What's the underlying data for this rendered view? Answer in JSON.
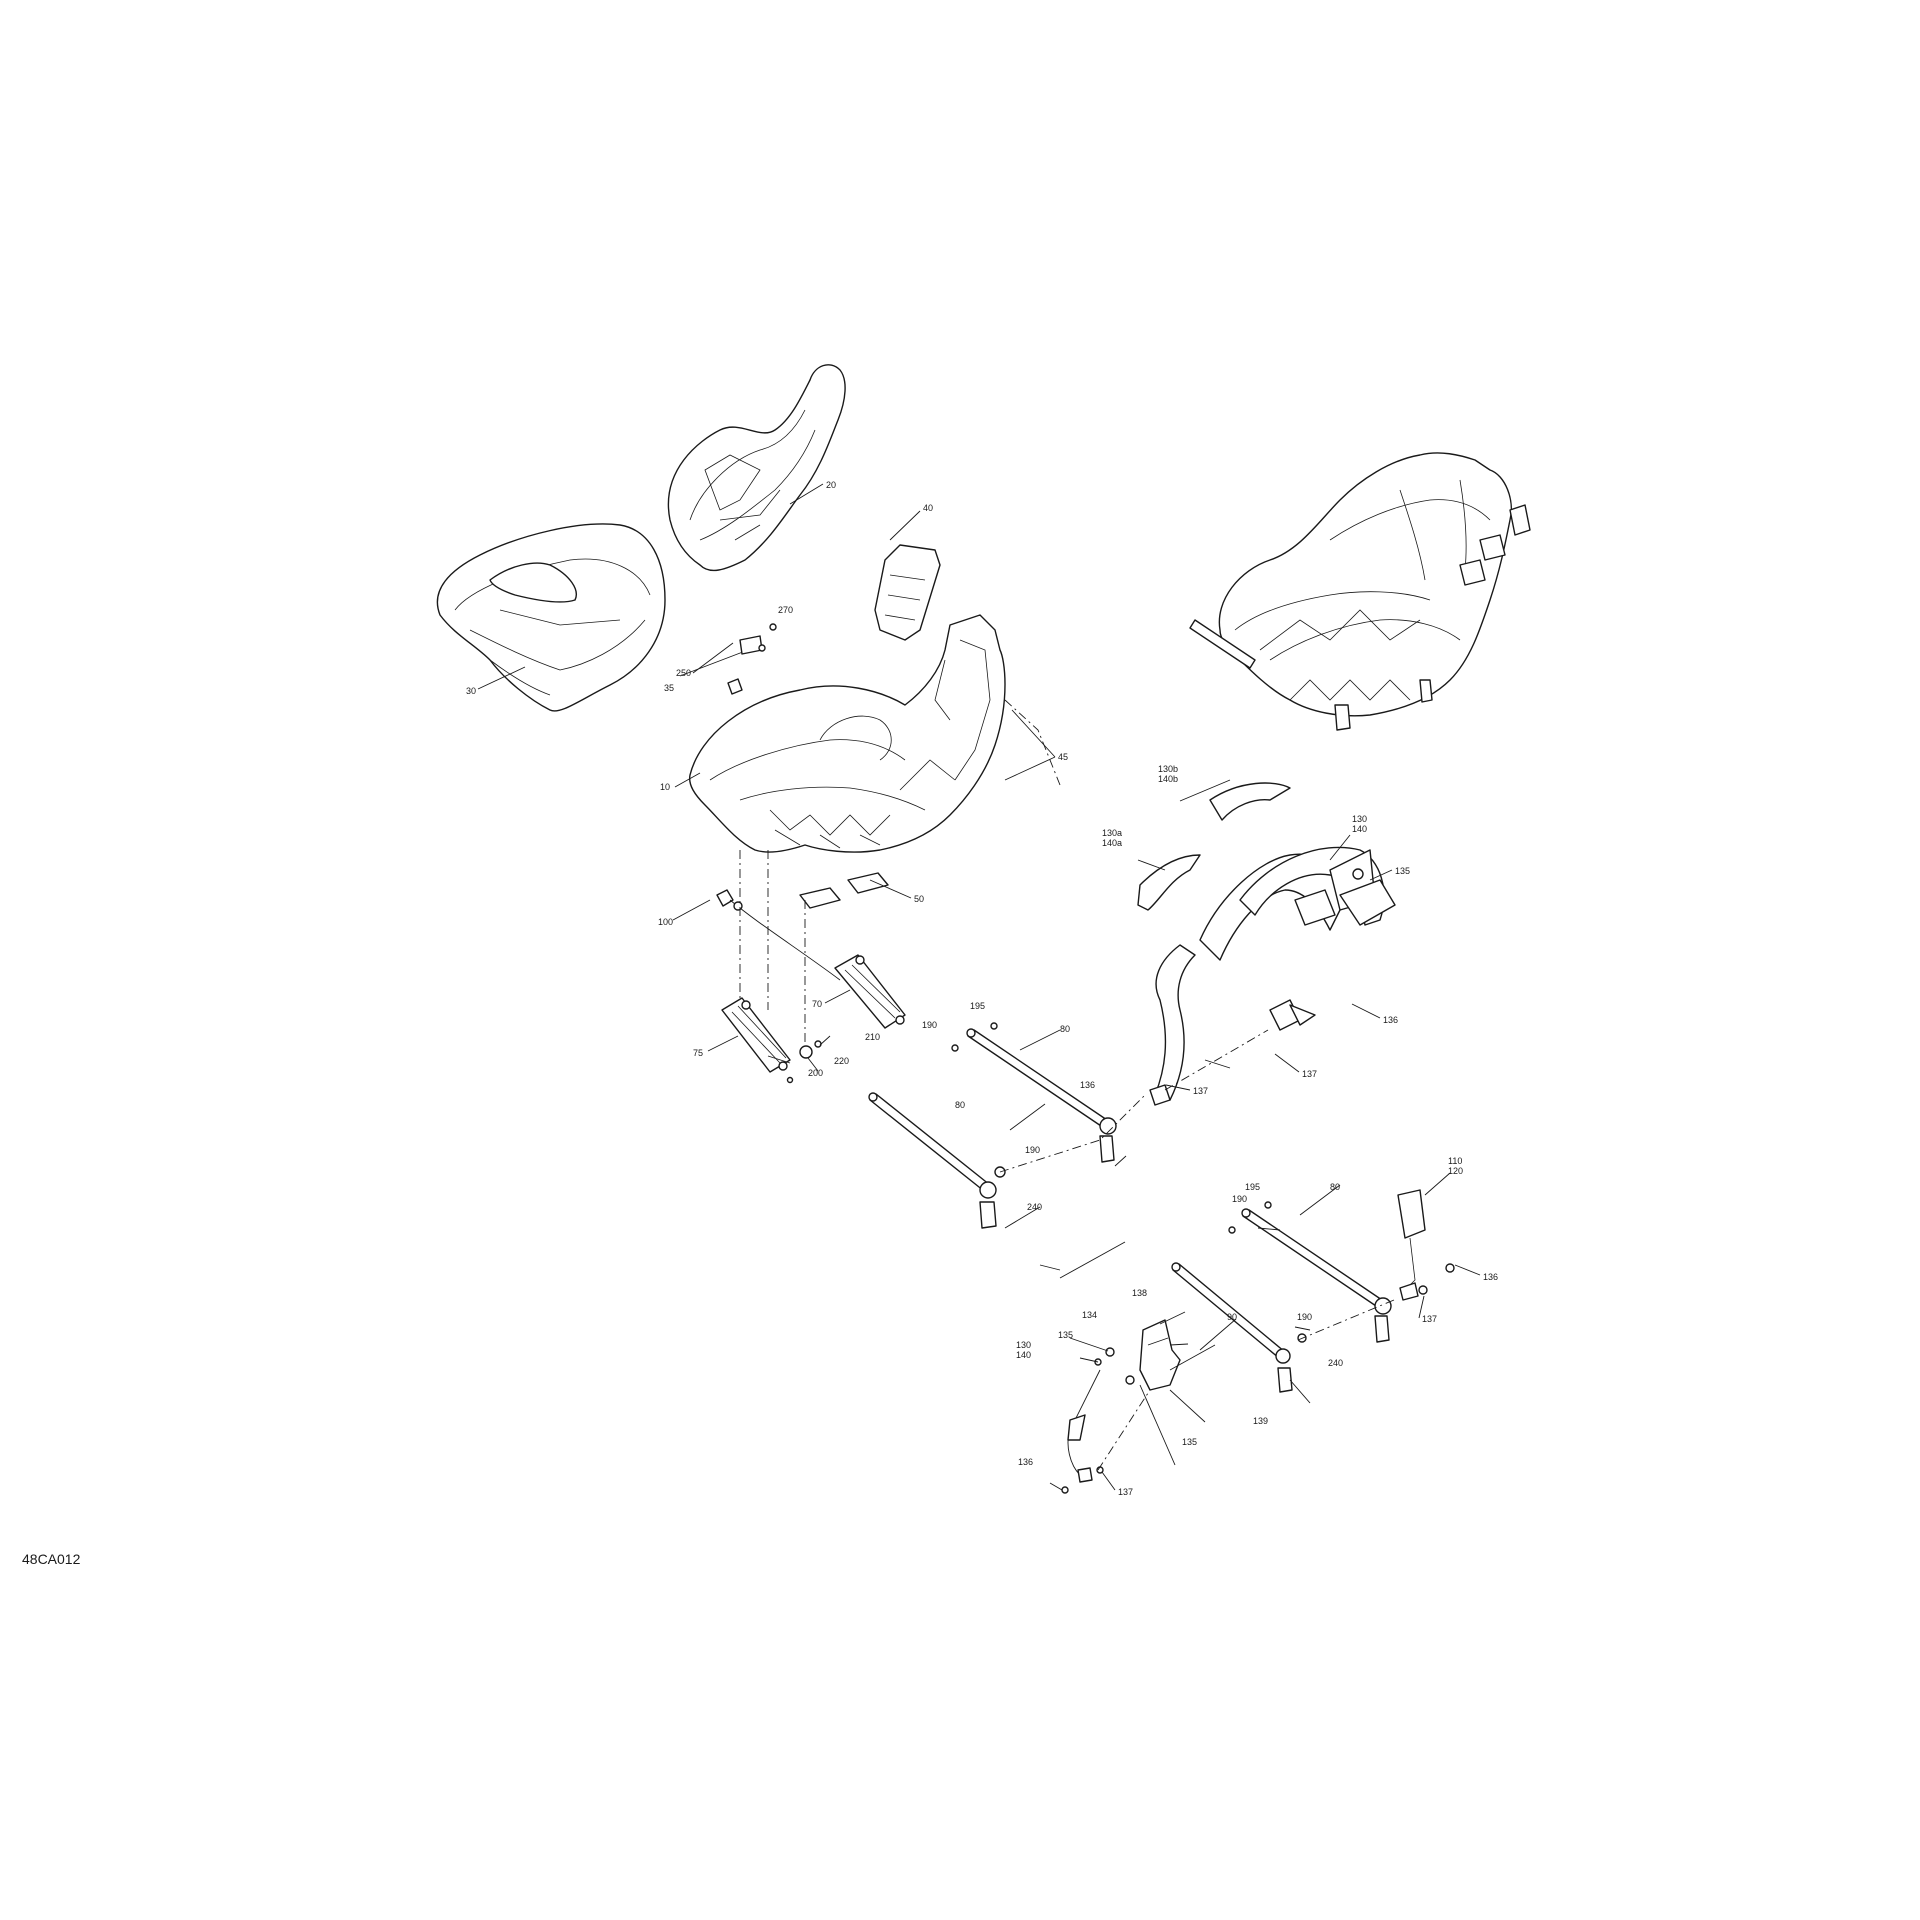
{
  "figure_code": "48CA012",
  "callouts": {
    "c10": "10",
    "c20": "20",
    "c30": "30",
    "c35": "35",
    "c40": "40",
    "c45": "45",
    "c50": "50",
    "c70": "70",
    "c75": "75",
    "c80a": "80",
    "c80b": "80",
    "c80c": "80",
    "c90": "90",
    "c100": "100",
    "c110": "110",
    "c120": "120",
    "c130": "130",
    "c140": "140",
    "c130a": "130a",
    "c140a": "140a",
    "c130b": "130b",
    "c140b": "140b",
    "c130l": "130",
    "c140l": "140",
    "c134": "134",
    "c135a": "135",
    "c135b": "135",
    "c135c": "135",
    "c136a": "136",
    "c136b": "136",
    "c136c": "136",
    "c136d": "136",
    "c137a": "137",
    "c137b": "137",
    "c137c": "137",
    "c137d": "137",
    "c138": "138",
    "c139": "139",
    "c190a": "190",
    "c190b": "190",
    "c190c": "190",
    "c190d": "190",
    "c195a": "195",
    "c195b": "195",
    "c200": "200",
    "c210": "210",
    "c220": "220",
    "c240a": "240",
    "c240b": "240",
    "c250": "250",
    "c270": "270"
  }
}
